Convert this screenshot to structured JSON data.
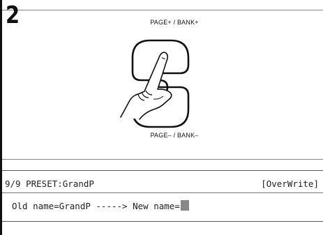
{
  "step": {
    "number": "2"
  },
  "knob": {
    "top_label": "PAGE+ / BANK+",
    "bottom_label": "PAGE– / BANK–",
    "icon": "hand-pressing-page-bank-button-icon"
  },
  "lcd": {
    "row1_left": "9/9 PRESET:GrandP",
    "row1_right": "[OverWrite]",
    "row2_text": "Old name=GrandP -----> New name=",
    "cursor_color": "#888888"
  }
}
